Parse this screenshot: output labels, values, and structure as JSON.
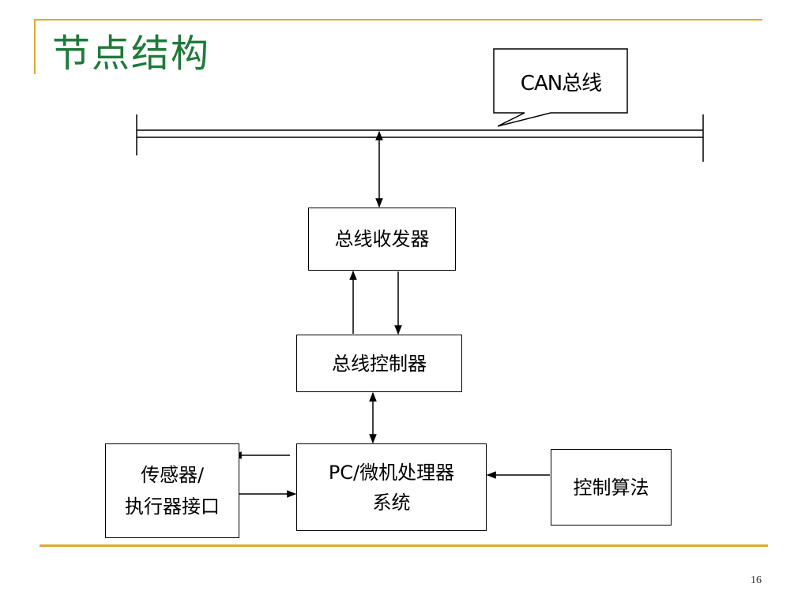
{
  "slide": {
    "title": "节点结构",
    "page_number": "16"
  },
  "colors": {
    "accent_gold": "#E0A82E",
    "title_green": "#1F7A3A",
    "line_black": "#000000"
  },
  "diagram": {
    "bus_callout": "CAN总线",
    "blocks": {
      "transceiver": "总线收发器",
      "controller": "总线控制器",
      "processor": "PC/微机处理器\n系统",
      "sensor_interface": "传感器/\n执行器接口",
      "control_algorithm": "控制算法"
    }
  }
}
